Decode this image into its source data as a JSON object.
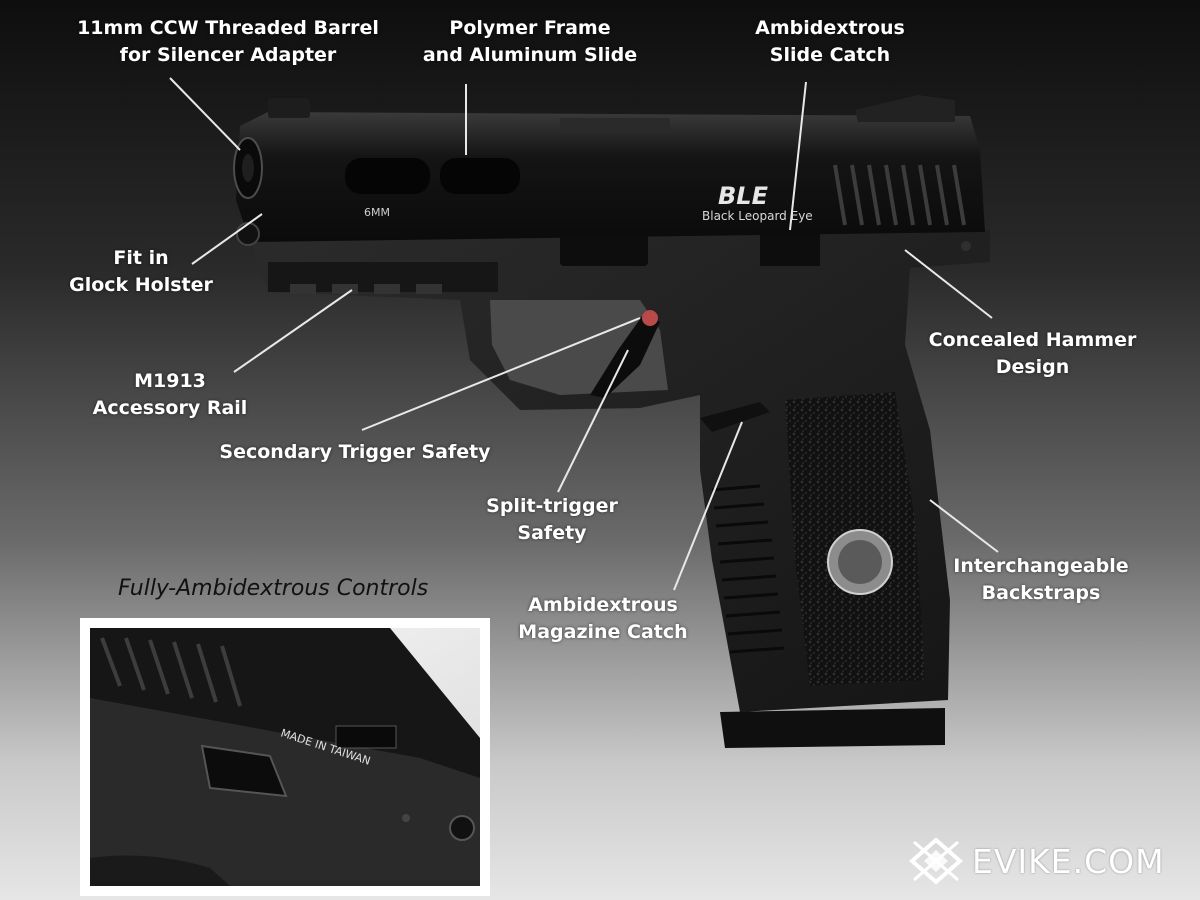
{
  "callouts": {
    "barrel": [
      "11mm CCW Threaded Barrel",
      "for Silencer Adapter"
    ],
    "frame": [
      "Polymer Frame",
      "and Aluminum Slide"
    ],
    "slide_catch": [
      "Ambidextrous",
      "Slide Catch"
    ],
    "holster": [
      "Fit in",
      "Glock Holster"
    ],
    "hammer": [
      "Concealed Hammer",
      "Design"
    ],
    "rail": [
      "M1913",
      "Accessory Rail"
    ],
    "trigger_safety": [
      "Secondary Trigger Safety"
    ],
    "split_trigger": [
      "Split-trigger",
      "Safety"
    ],
    "mag_catch": [
      "Ambidextrous",
      "Magazine Catch"
    ],
    "backstraps": [
      "Interchangeable",
      "Backstraps"
    ]
  },
  "gun_markings": {
    "caliber": "6MM",
    "logo": "BLE",
    "brand": "Black Leopard Eye"
  },
  "inset": {
    "title": "Fully-Ambidextrous Controls",
    "marking": "MADE IN TAIWAN"
  },
  "watermark": {
    "text": "EVIKE.COM"
  },
  "colors": {
    "label_text": "#ffffff",
    "leader_line": "#e8e8e8",
    "gun_body": "#1b1b1b"
  }
}
